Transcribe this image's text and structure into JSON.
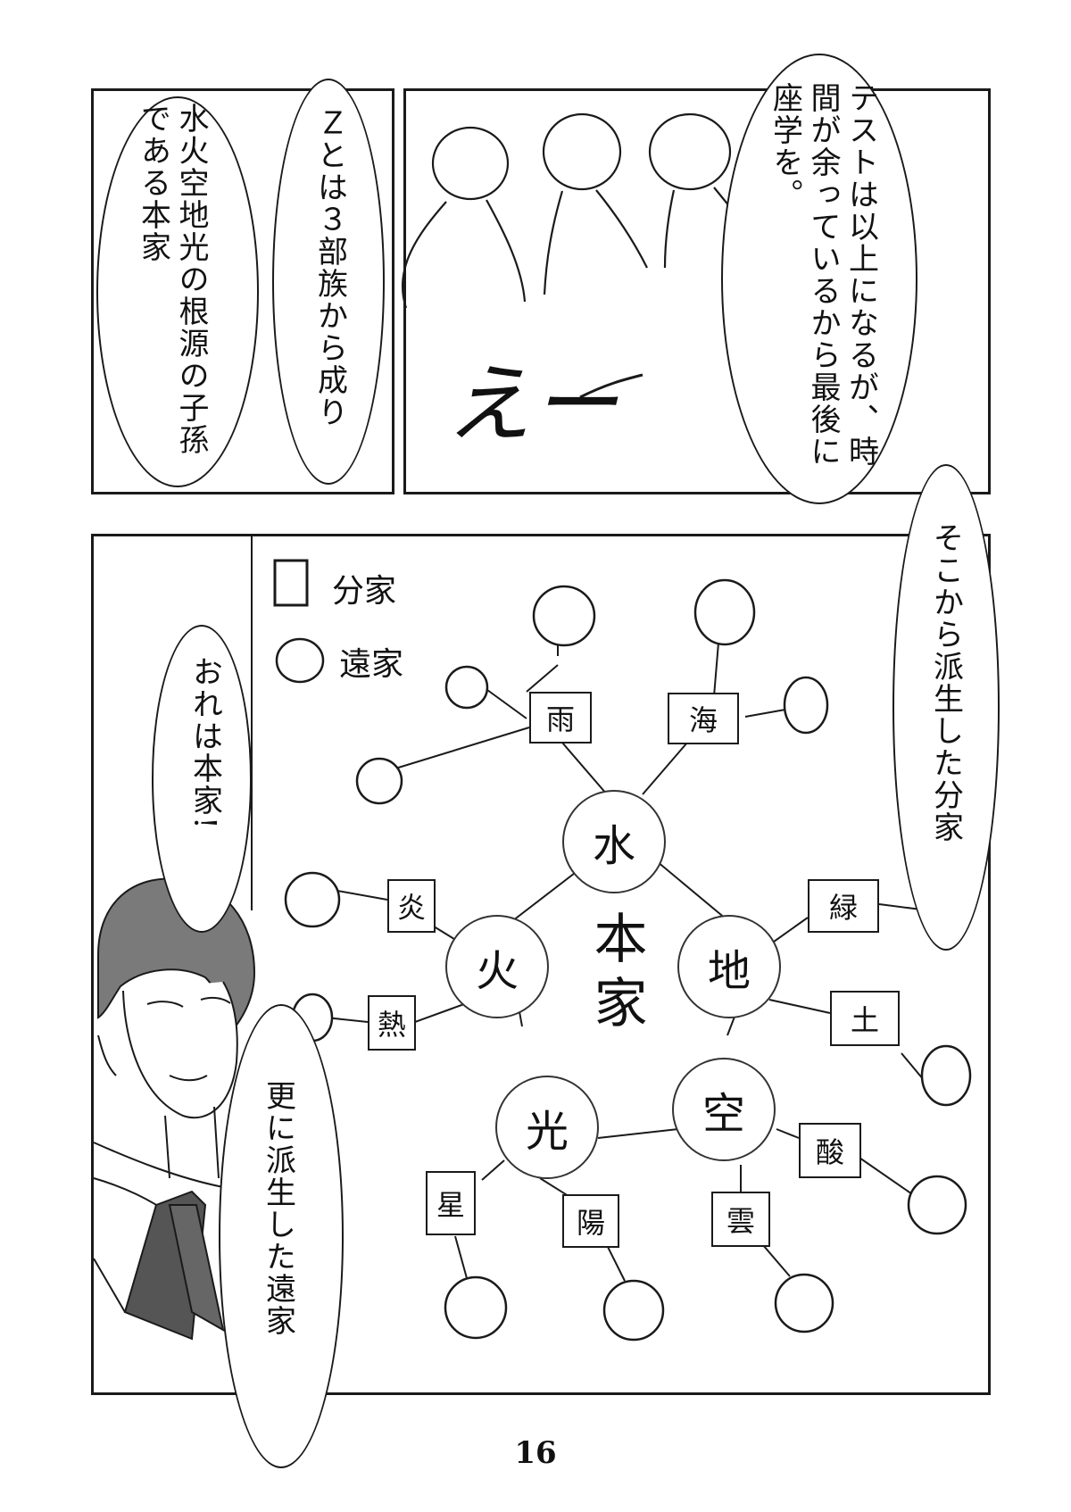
{
  "page_number": "16",
  "panel1": {
    "speech_left": "水火空地光の根源の子孫である本家",
    "speech_mid": "Ｚとは３部族から成り",
    "speech_right": "テストは以上になるが、時間が余っているから最後に座学を。",
    "sfx": "えー"
  },
  "panel2": {
    "speech_top_right": "そこから派生した分家",
    "speech_character": "おれは本家!",
    "speech_bottom": "更に派生した遠家",
    "legend": {
      "square_label": "分家",
      "circle_label": "遠家"
    },
    "center_label": "本家",
    "main_clans": [
      "水",
      "地",
      "空",
      "光",
      "火"
    ],
    "branch_families": [
      "雨",
      "海",
      "緑",
      "土",
      "酸",
      "雲",
      "陽",
      "星",
      "熱",
      "炎"
    ]
  },
  "colors": {
    "ink": "#1a1a1a",
    "hair": "#6e6e6e",
    "tie": "#555555"
  }
}
